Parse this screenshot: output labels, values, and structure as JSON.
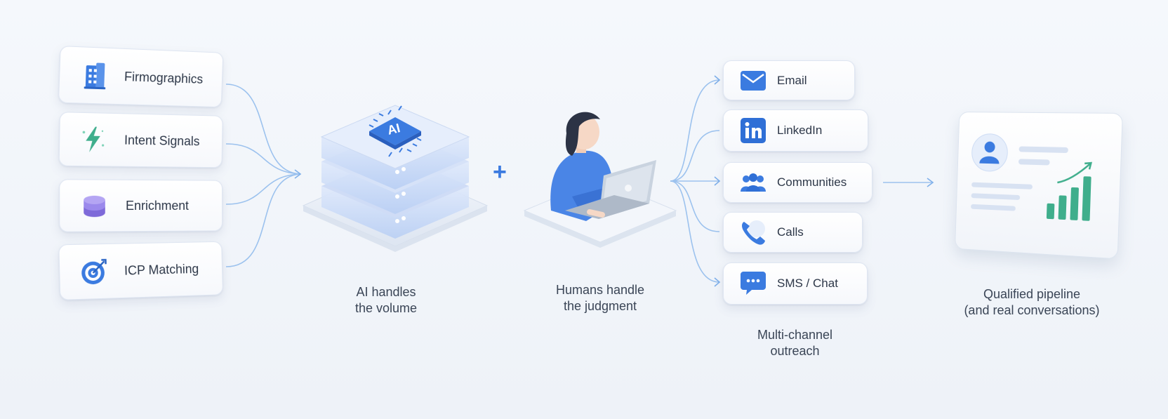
{
  "inputs": [
    {
      "label": "Firmographics",
      "icon": "building-icon"
    },
    {
      "label": "Intent Signals",
      "icon": "lightning-icon"
    },
    {
      "label": "Enrichment",
      "icon": "database-icon"
    },
    {
      "label": "ICP Matching",
      "icon": "target-icon"
    }
  ],
  "ai_block": {
    "chip_text": "AI",
    "caption_line1": "AI handles",
    "caption_line2": "the volume"
  },
  "plus_sign": "+",
  "human_block": {
    "caption_line1": "Humans handle",
    "caption_line2": "the judgment"
  },
  "channels": [
    {
      "label": "Email",
      "icon": "mail-icon"
    },
    {
      "label": "LinkedIn",
      "icon": "linkedin-icon"
    },
    {
      "label": "Communities",
      "icon": "people-icon"
    },
    {
      "label": "Calls",
      "icon": "phone-icon"
    },
    {
      "label": "SMS / Chat",
      "icon": "chat-icon"
    }
  ],
  "channels_caption": {
    "line1": "Multi-channel",
    "line2": "outreach"
  },
  "result": {
    "caption_line1": "Qualified pipeline",
    "caption_line2": "(and real conversations)"
  },
  "colors": {
    "accent_blue": "#3b7be0",
    "connector": "#9cc2ee",
    "purple": "#8d7ae6",
    "green": "#3fae8c"
  }
}
